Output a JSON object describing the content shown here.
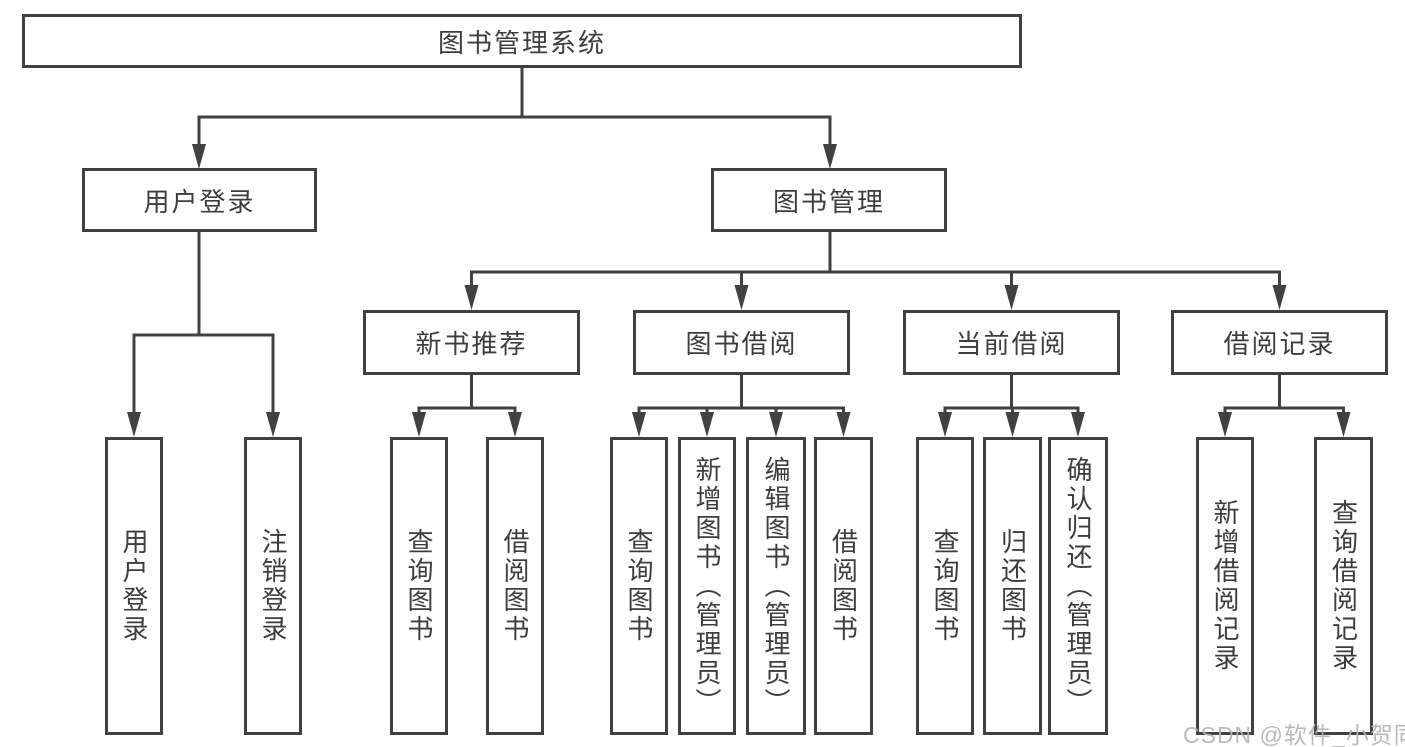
{
  "diagram_type": "hierarchy-tree",
  "colors": {
    "line": "#414141",
    "box_border": "#414141",
    "box_fill": "#ffffff",
    "text": "#3d3d3d",
    "watermark": "#b2b2b2",
    "background": "#ffffff"
  },
  "tree": {
    "label": "图书管理系统",
    "children": [
      {
        "label": "用户登录",
        "children": [
          {
            "label": "用户登录"
          },
          {
            "label": "注销登录"
          }
        ]
      },
      {
        "label": "图书管理",
        "children": [
          {
            "label": "新书推荐",
            "children": [
              {
                "label": "查询图书"
              },
              {
                "label": "借阅图书"
              }
            ]
          },
          {
            "label": "图书借阅",
            "children": [
              {
                "label": "查询图书"
              },
              {
                "label": "新增图书（管理员）"
              },
              {
                "label": "编辑图书（管理员）"
              },
              {
                "label": "借阅图书"
              }
            ]
          },
          {
            "label": "当前借阅",
            "children": [
              {
                "label": "查询图书"
              },
              {
                "label": "归还图书"
              },
              {
                "label": "确认归还（管理员）"
              }
            ]
          },
          {
            "label": "借阅记录",
            "children": [
              {
                "label": "新增借阅记录"
              },
              {
                "label": "查询借阅记录"
              }
            ]
          }
        ]
      }
    ]
  },
  "watermark": {
    "label": "CSDN @软件_小贺同学"
  }
}
